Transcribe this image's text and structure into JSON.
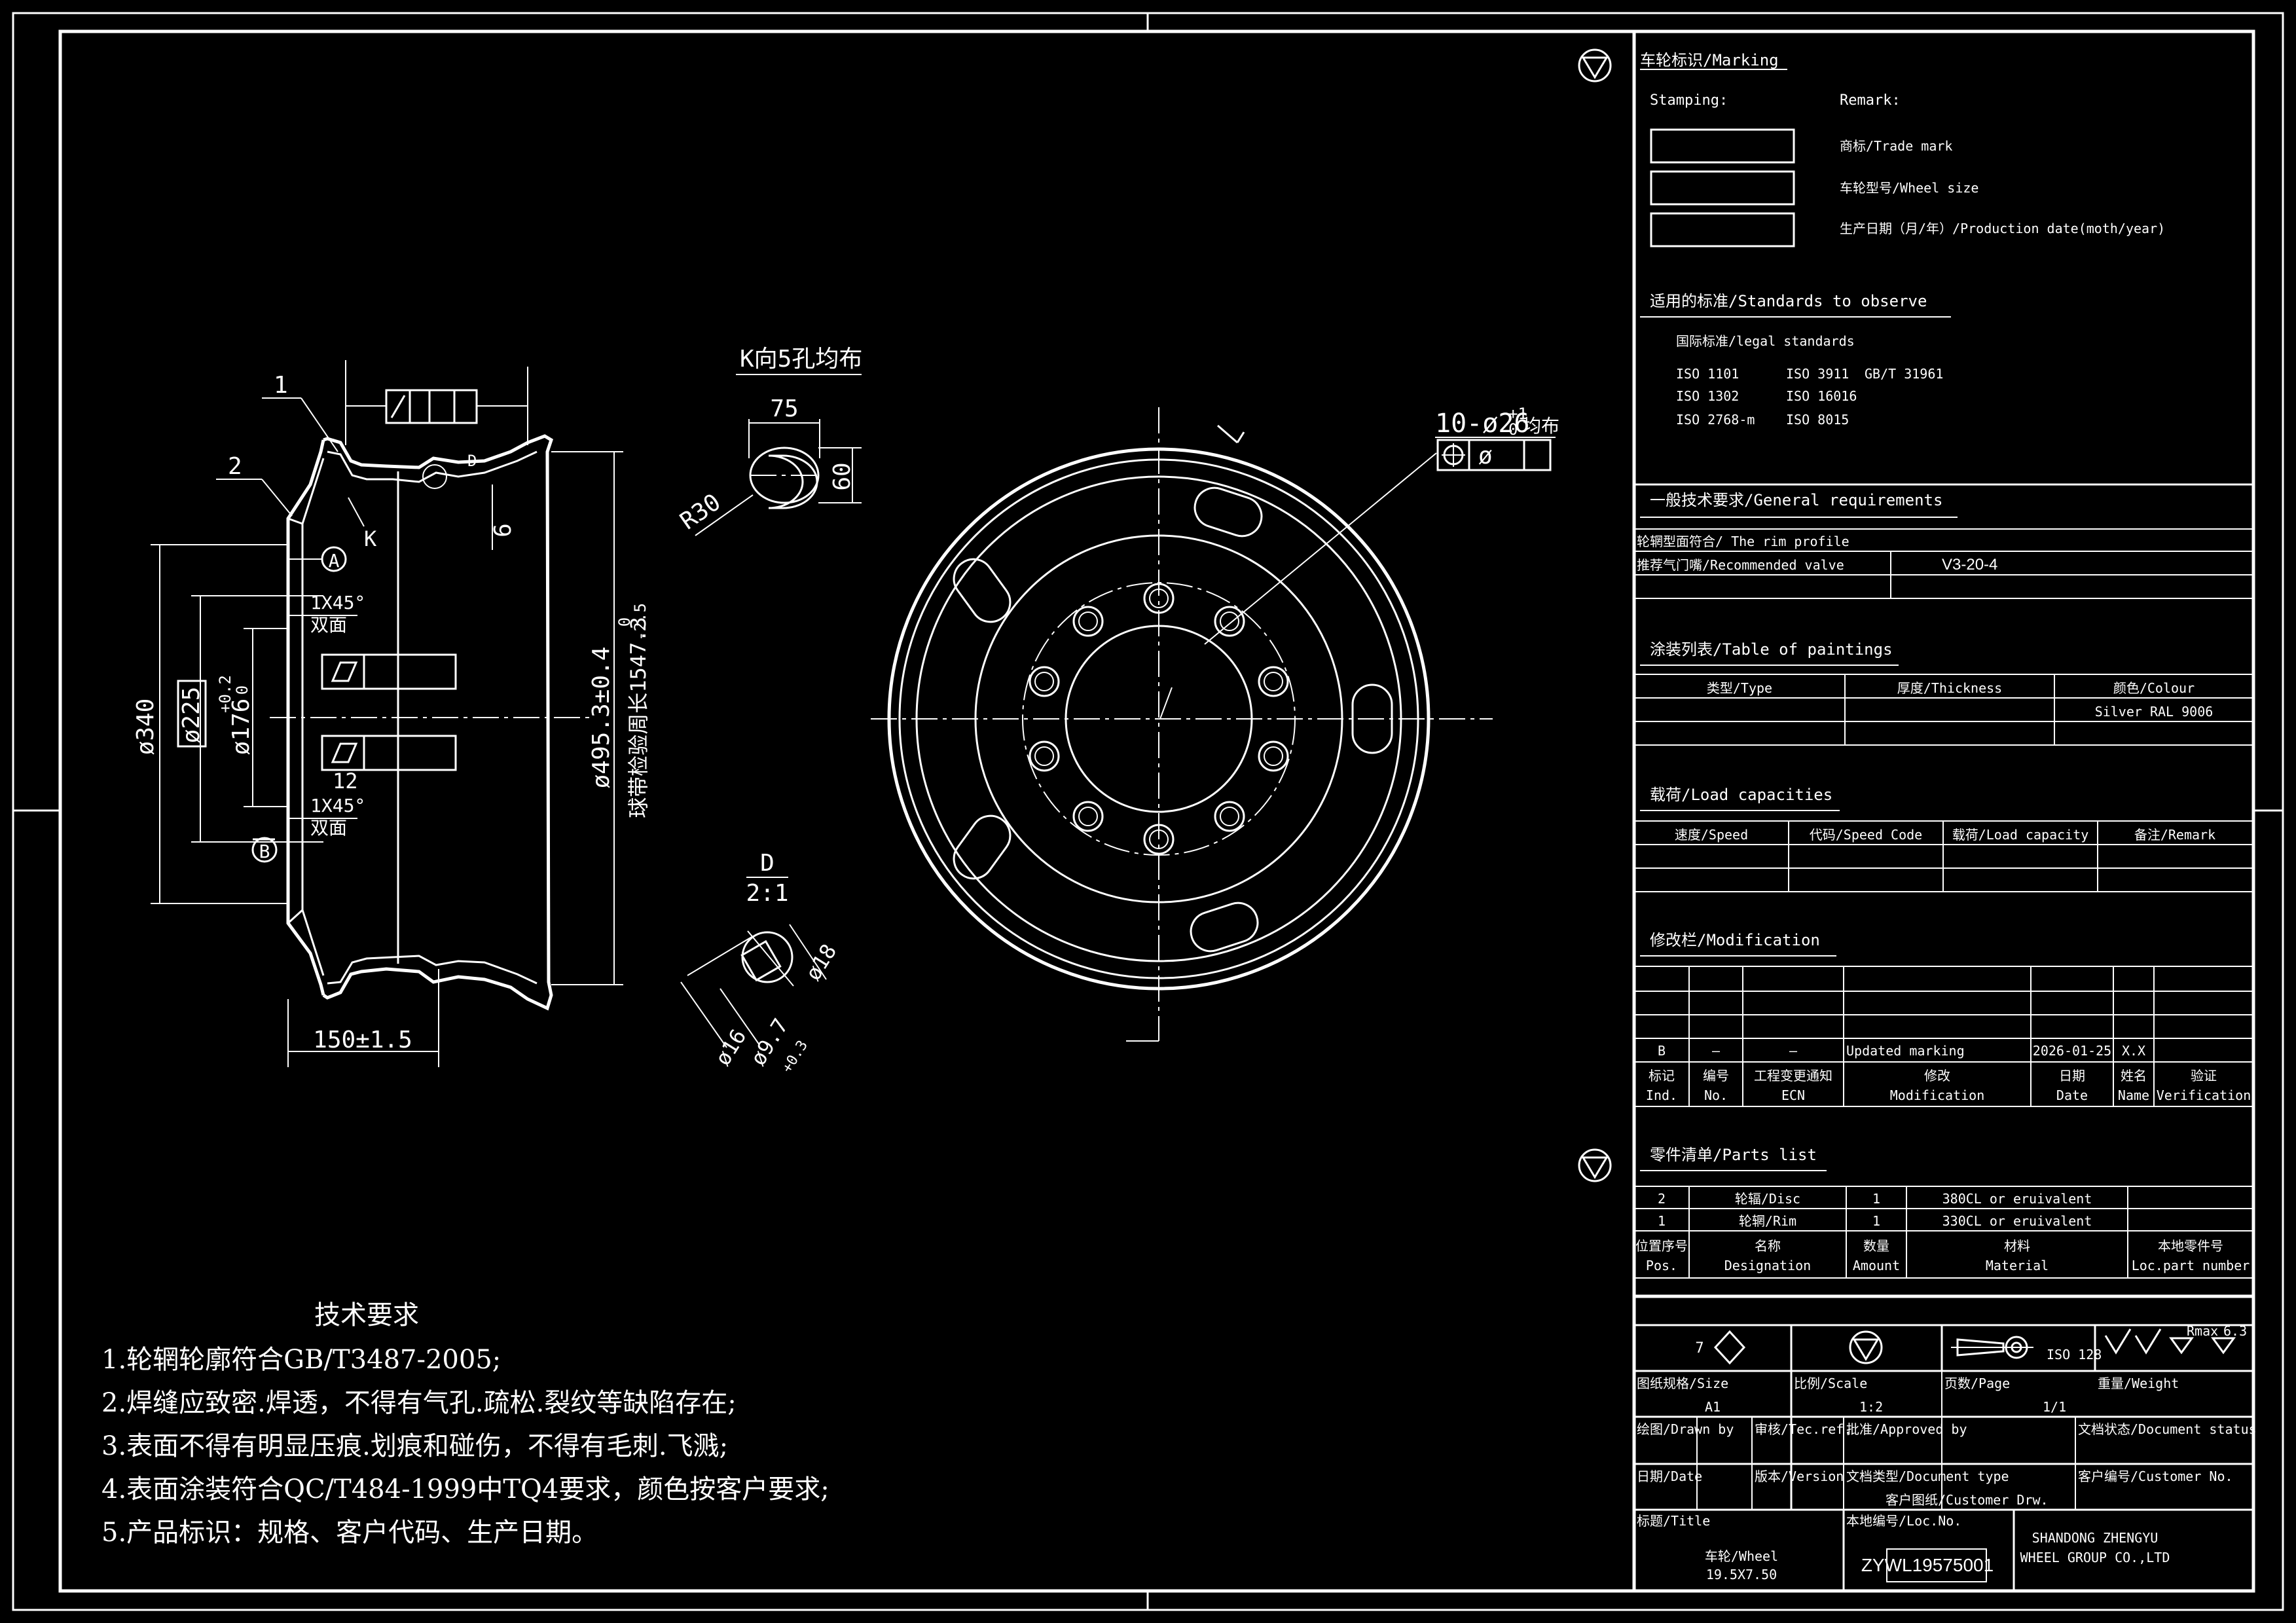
{
  "marking": {
    "title": "车轮标识/Marking",
    "stamping": "Stamping:",
    "remark": "Remark:",
    "rows": [
      "商标/Trade mark",
      "车轮型号/Wheel size",
      "生产日期（月/年）/Production date(moth/year)"
    ]
  },
  "standards": {
    "title": "适用的标准/Standards to observe",
    "legal": "国际标准/legal standards",
    "col1": [
      "ISO 1101",
      "ISO 1302",
      "ISO 2768-m"
    ],
    "col2": [
      "ISO 3911",
      "ISO 16016",
      "ISO 8015"
    ],
    "col3": [
      "GB/T 31961"
    ]
  },
  "general": {
    "title": "一般技术要求/General requirements",
    "rim_profile": "轮辋型面符合/ The rim profile",
    "valve_label": "推荐气门嘴/Recommended valve",
    "valve_value": "V3-20-4"
  },
  "paintings": {
    "title": "涂装列表/Table of paintings",
    "headers": [
      "类型/Type",
      "厚度/Thickness",
      "颜色/Colour"
    ],
    "colour_value": "Silver RAL 9006"
  },
  "loads": {
    "title": "载荷/Load capacities",
    "headers": [
      "速度/Speed",
      "代码/Speed Code",
      "载荷/Load capacity",
      "备注/Remark"
    ]
  },
  "modification": {
    "title": "修改栏/Modification",
    "row": [
      "B",
      "—",
      "—",
      "Updated marking",
      "2026-01-25",
      "X.X"
    ],
    "hdr_cn": [
      "标记",
      "编号",
      "工程变更通知",
      "修改",
      "日期",
      "姓名",
      "验证"
    ],
    "hdr_en": [
      "Ind.",
      "No.",
      "ECN",
      "Modification",
      "Date",
      "Name",
      "Verification"
    ]
  },
  "parts": {
    "title": "零件清单/Parts list",
    "rows": [
      [
        "2",
        "轮辐/Disc",
        "1",
        "380CL or eruivalent"
      ],
      [
        "1",
        "轮辋/Rim",
        "1",
        "330CL or eruivalent"
      ]
    ],
    "hdr_cn": [
      "位置序号",
      "名称",
      "数量",
      "材料",
      "本地零件号"
    ],
    "hdr_en": [
      "Pos.",
      "Designation",
      "Amount",
      "Material",
      "Loc.part number"
    ]
  },
  "titleblock": {
    "roughness_num": "7",
    "iso128": "ISO 128",
    "size_label": "图纸规格/Size",
    "size": "A1",
    "scale_label": "比例/Scale",
    "scale": "1:2",
    "page_label": "页数/Page",
    "page": "1/1",
    "weight_label": "重量/Weight",
    "drawn": "绘图/Drawn by",
    "tec": "审核/Tec.ref.",
    "approved": "批准/Approved by",
    "doc_status": "文档状态/Document status",
    "date": "日期/Date",
    "version": "版本/Version",
    "doc_type": "文档类型/Document type",
    "cust_no": "客户编号/Customer No.",
    "cust_drw": "客户图纸/Customer Drw.",
    "title_label": "标题/Title",
    "title1": "车轮/Wheel",
    "title2": "19.5X7.50",
    "loc_label": "本地编号/Loc.No.",
    "loc_no": "ZYWL19575001",
    "company1": "SHANDONG ZHENGYU",
    "company2": "WHEEL GROUP CO.,LTD",
    "rmax": "Rmax",
    "rz": "6.3"
  },
  "notes": {
    "title": "技术要求",
    "items": [
      "1.轮辋轮廓符合GB/T3487-2005;",
      "2.焊缝应致密.焊透，不得有气孔.疏松.裂纹等缺陷存在;",
      "3.表面不得有明显压痕.划痕和碰伤，不得有毛刺.飞溅;",
      "4.表面涂装符合QC/T484-1999中TQ4要求，颜色按客户要求;",
      "5.产品标识：规格、客户代码、生产日期。"
    ]
  },
  "dims": {
    "balloon1": "1",
    "balloon2": "2",
    "d340": "ø340",
    "d225": "ø225",
    "d176": "ø176",
    "d176tol_up": "+0.2",
    "d176tol_lo": "0",
    "d4953": "ø495.3±0.4",
    "circ": "球带检验周长1547.3",
    "circ_up": "0",
    "circ_lo": "-2.5",
    "chamfer": "1X45°",
    "both_sides": "双面",
    "twelve": "12",
    "w150": "150±1.5",
    "six": "6",
    "k": "K",
    "datumA": "A",
    "datumB": "B",
    "d_mark": "D",
    "kview": "K向5孔均布",
    "w75": "75",
    "h60": "60",
    "r30": "R30",
    "detail": "D",
    "detail_scale": "2:1",
    "d18": "ø18",
    "d16": "ø16",
    "d97": "ø9.7",
    "d97tol": "+0.3",
    "holes": "10-ø26",
    "holes_up": "+1",
    "holes_lo": "0",
    "holes_uni": "均布",
    "posn": "ø"
  }
}
